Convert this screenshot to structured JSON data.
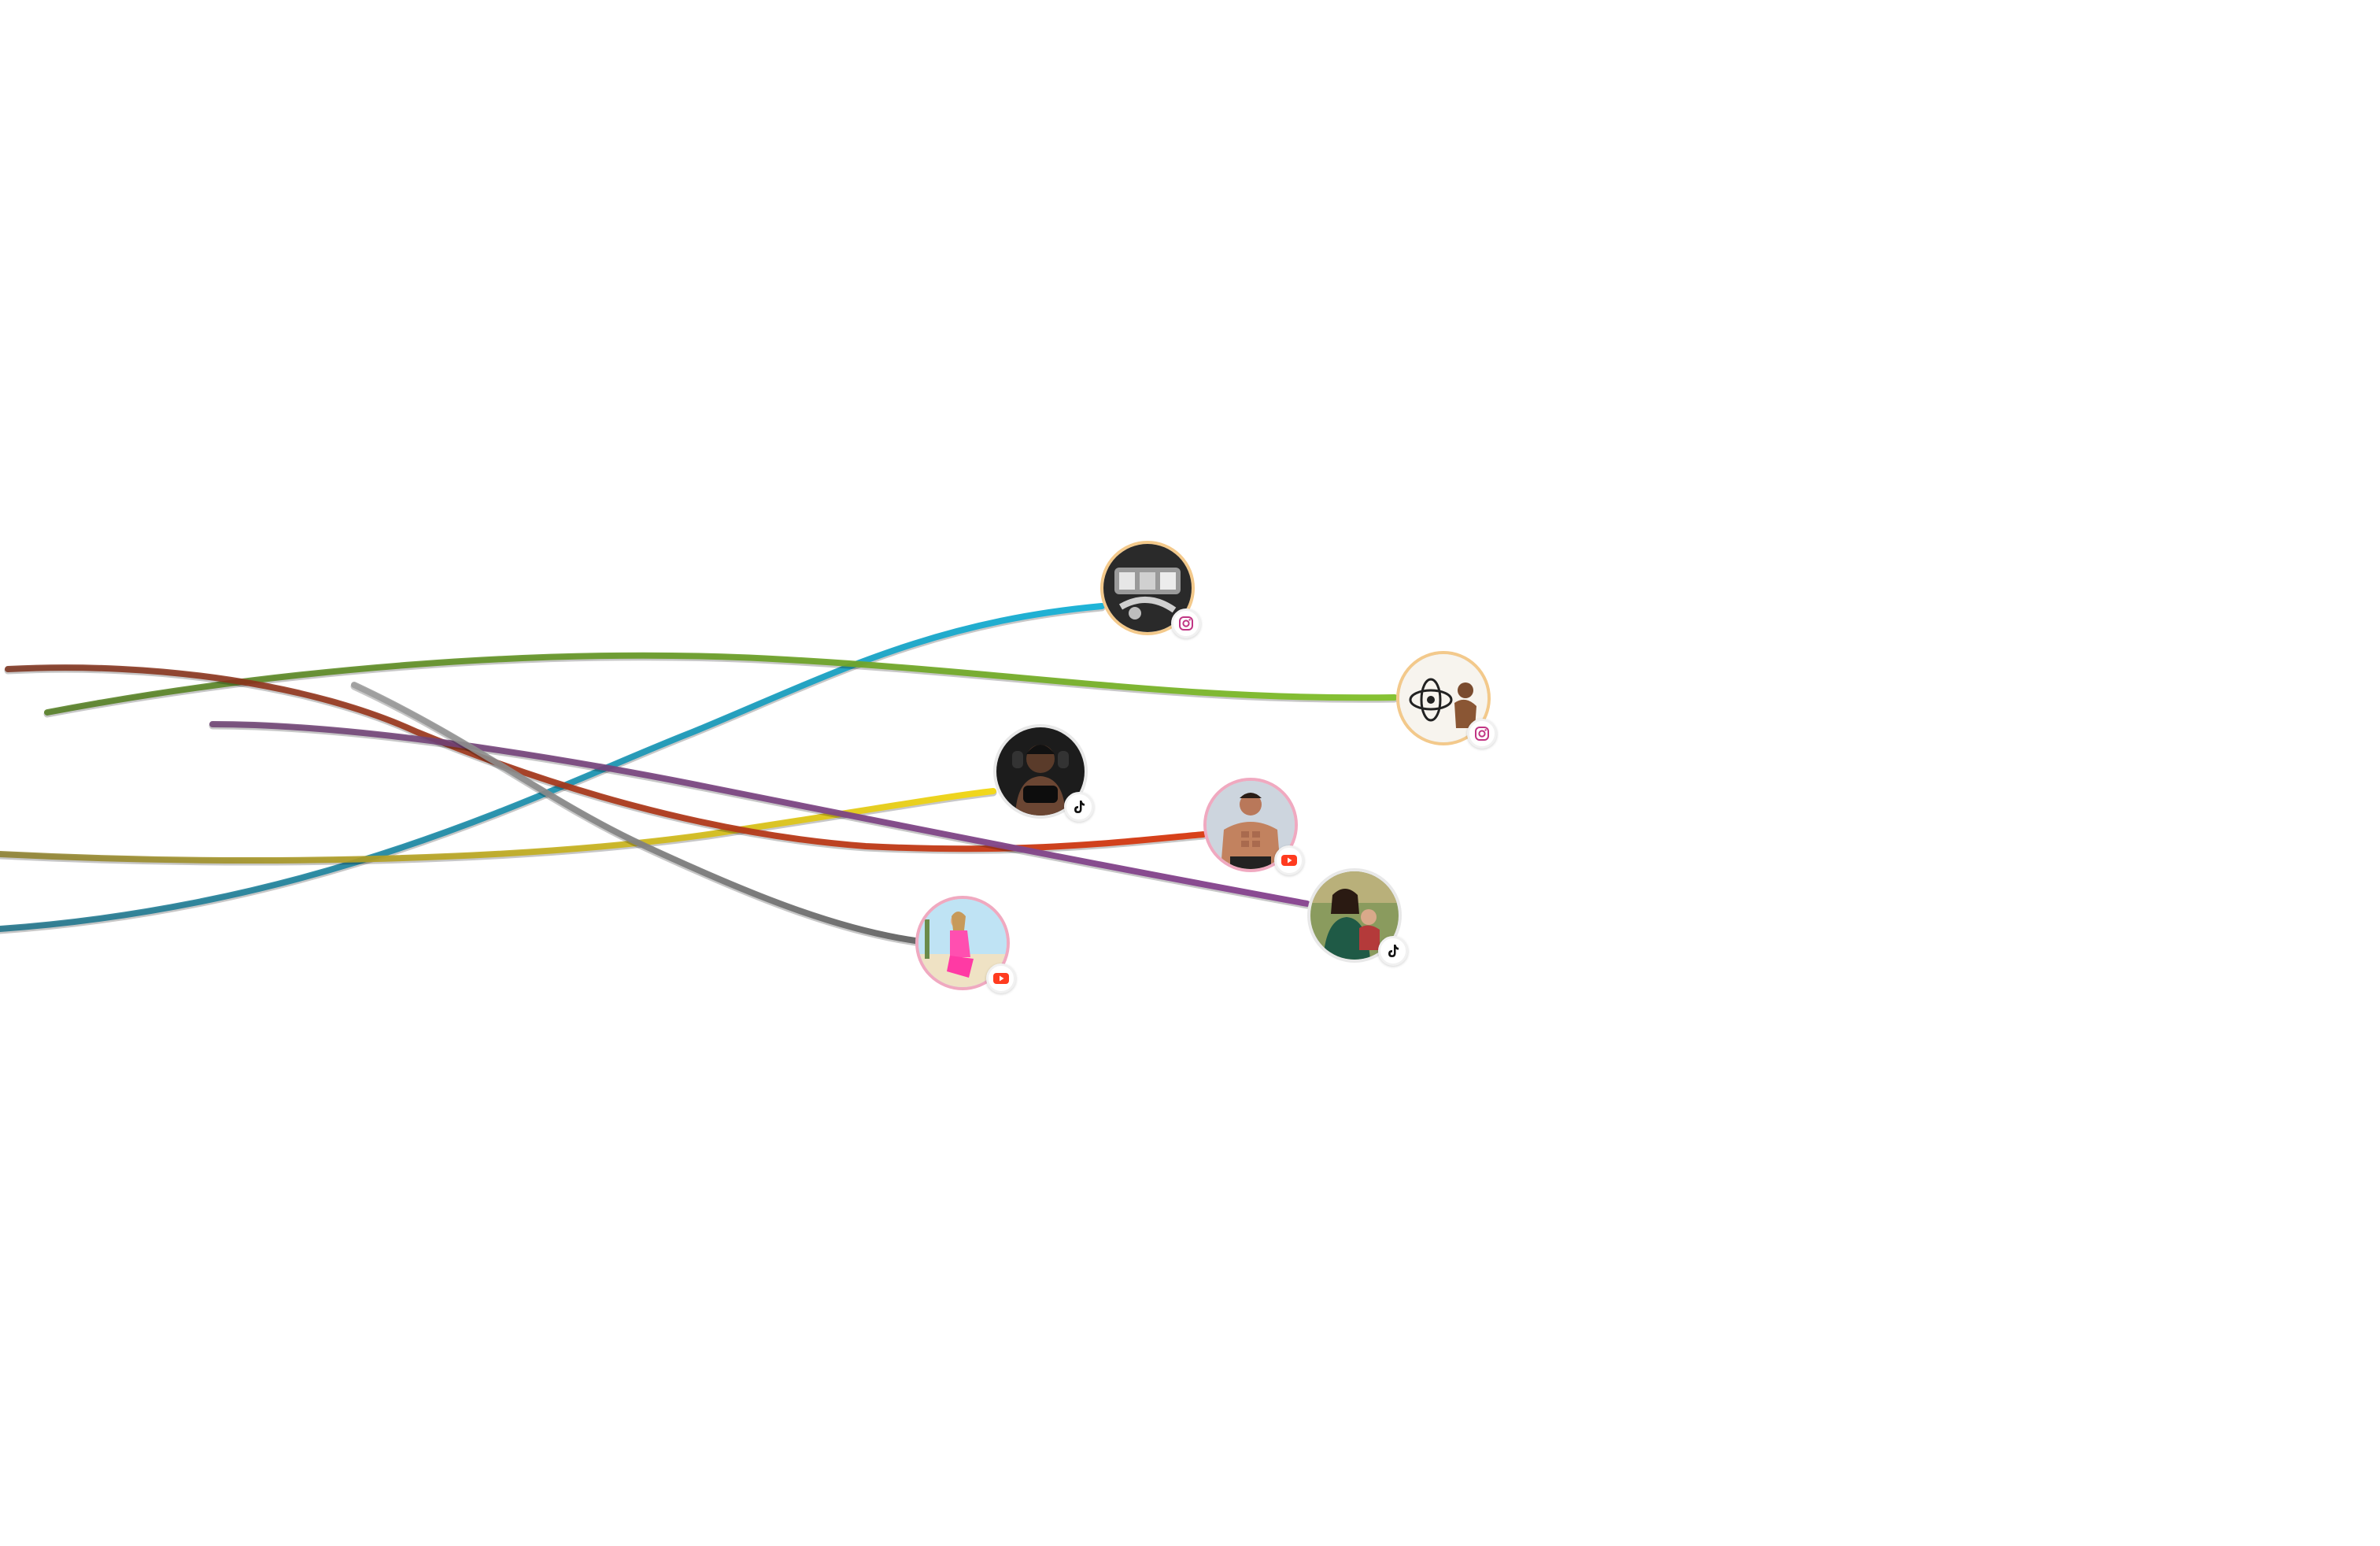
{
  "diagram": {
    "type": "creator-flow-lines",
    "colors": {
      "ring_instagram": "#f3c98b",
      "ring_tiktok": "#e8e8e8",
      "ring_youtube": "#f0a9c0",
      "instagram_icon": "#c13584",
      "tiktok_icon": "#111111",
      "youtube_icon": "#ff3b1f"
    },
    "creators": [
      {
        "id": "creator-1",
        "platform": "instagram",
        "platform_icon": "instagram-icon",
        "avatar_theme": "monochrome-graphic",
        "line_color_start": "#1a6f86",
        "line_color_end": "#1fb4d8"
      },
      {
        "id": "creator-2",
        "platform": "instagram",
        "platform_icon": "instagram-icon",
        "avatar_theme": "light-sketch",
        "line_color_start": "#4f7a1c",
        "line_color_end": "#86c233"
      },
      {
        "id": "creator-3",
        "platform": "tiktok",
        "platform_icon": "tiktok-icon",
        "avatar_theme": "dark-portrait",
        "line_color_start": "#8a7d2a",
        "line_color_end": "#f2d81c"
      },
      {
        "id": "creator-4",
        "platform": "youtube",
        "platform_icon": "youtube-icon",
        "avatar_theme": "fitness-portrait",
        "line_color_start": "#7a2f1a",
        "line_color_end": "#d9411a"
      },
      {
        "id": "creator-5",
        "platform": "tiktok",
        "platform_icon": "tiktok-icon",
        "avatar_theme": "outdoor-family",
        "line_color_start": "#6b3f70",
        "line_color_end": "#8b4a93"
      },
      {
        "id": "creator-6",
        "platform": "youtube",
        "platform_icon": "youtube-icon",
        "avatar_theme": "beach-pink",
        "line_color_start": "#9a9a9a",
        "line_color_end": "#6a6a6a"
      }
    ]
  }
}
